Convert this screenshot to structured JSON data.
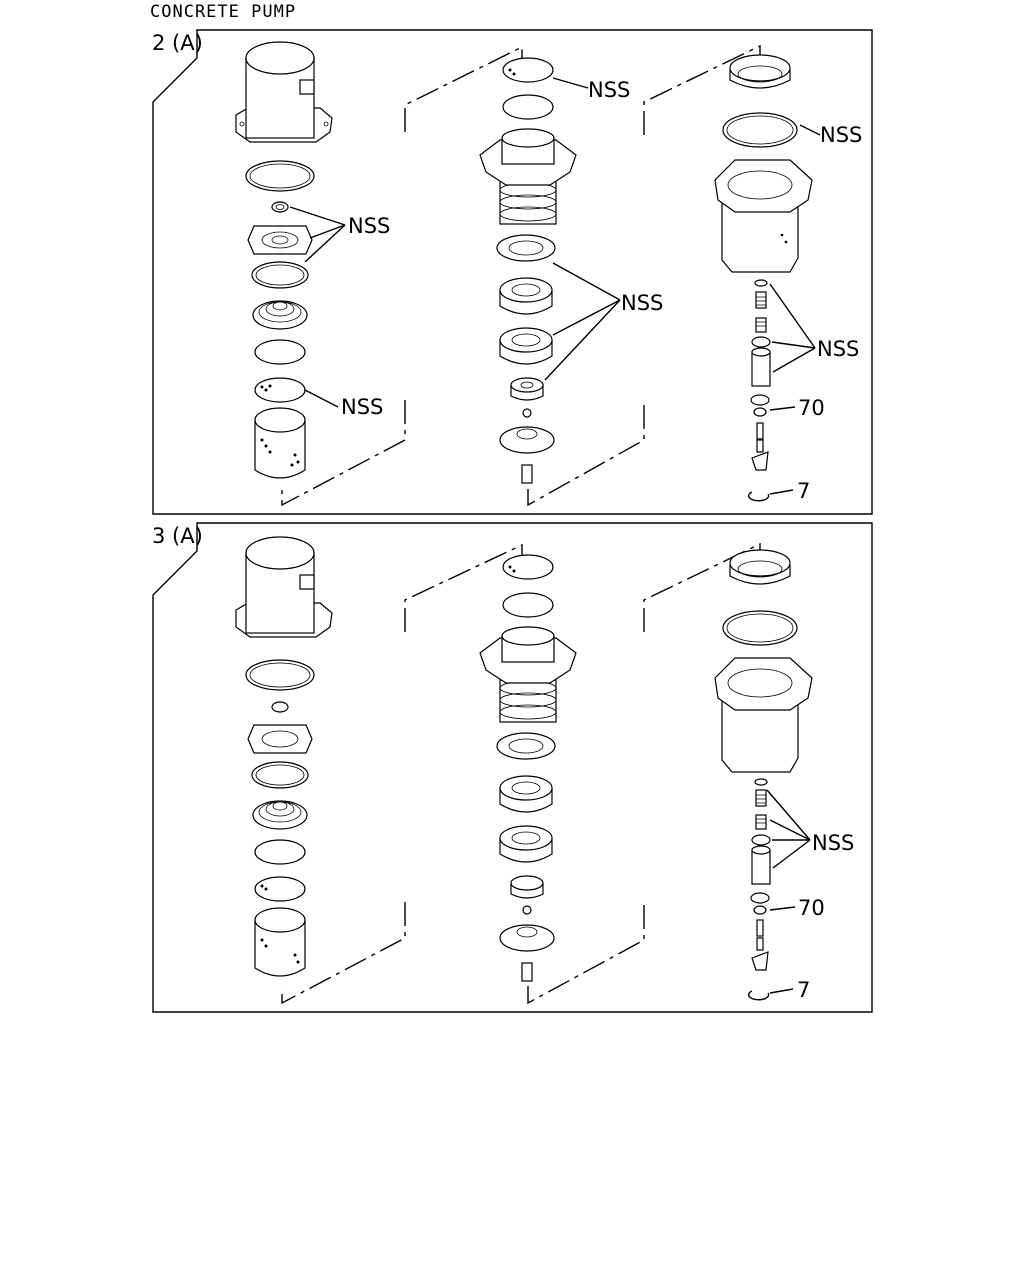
{
  "page_title": "CONCRETE PUMP",
  "panels": [
    {
      "id": "2-A",
      "label": "2 (A)",
      "callouts": [
        "NSS",
        "NSS",
        "NSS",
        "NSS",
        "NSS",
        "NSS",
        "70",
        "7"
      ]
    },
    {
      "id": "3-A",
      "label": "3 (A)",
      "callouts": [
        "NSS",
        "70",
        "7"
      ]
    }
  ]
}
